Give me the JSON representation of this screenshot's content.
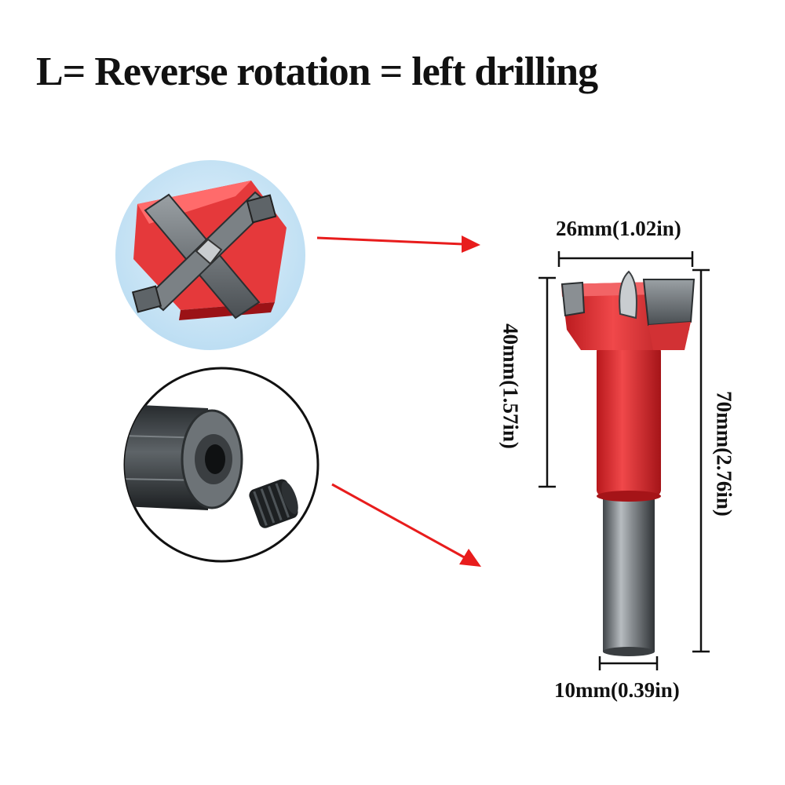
{
  "headline": "L= Reverse rotation = left drilling",
  "dimensions": {
    "width_top": "26mm(1.02in)",
    "cutting_length": "40mm(1.57in)",
    "total_length": "70mm(2.76in)",
    "shank_diameter": "10mm(0.39in)"
  },
  "colors": {
    "accent_red": "#e03a3c",
    "arrow_red": "#e81c1c",
    "shank_steel": "#6f7478",
    "detail_bg": "#cfe6f5"
  },
  "icons": [
    "cutter-head-detail",
    "hex-shank-set-screw-detail",
    "drill-bit"
  ]
}
